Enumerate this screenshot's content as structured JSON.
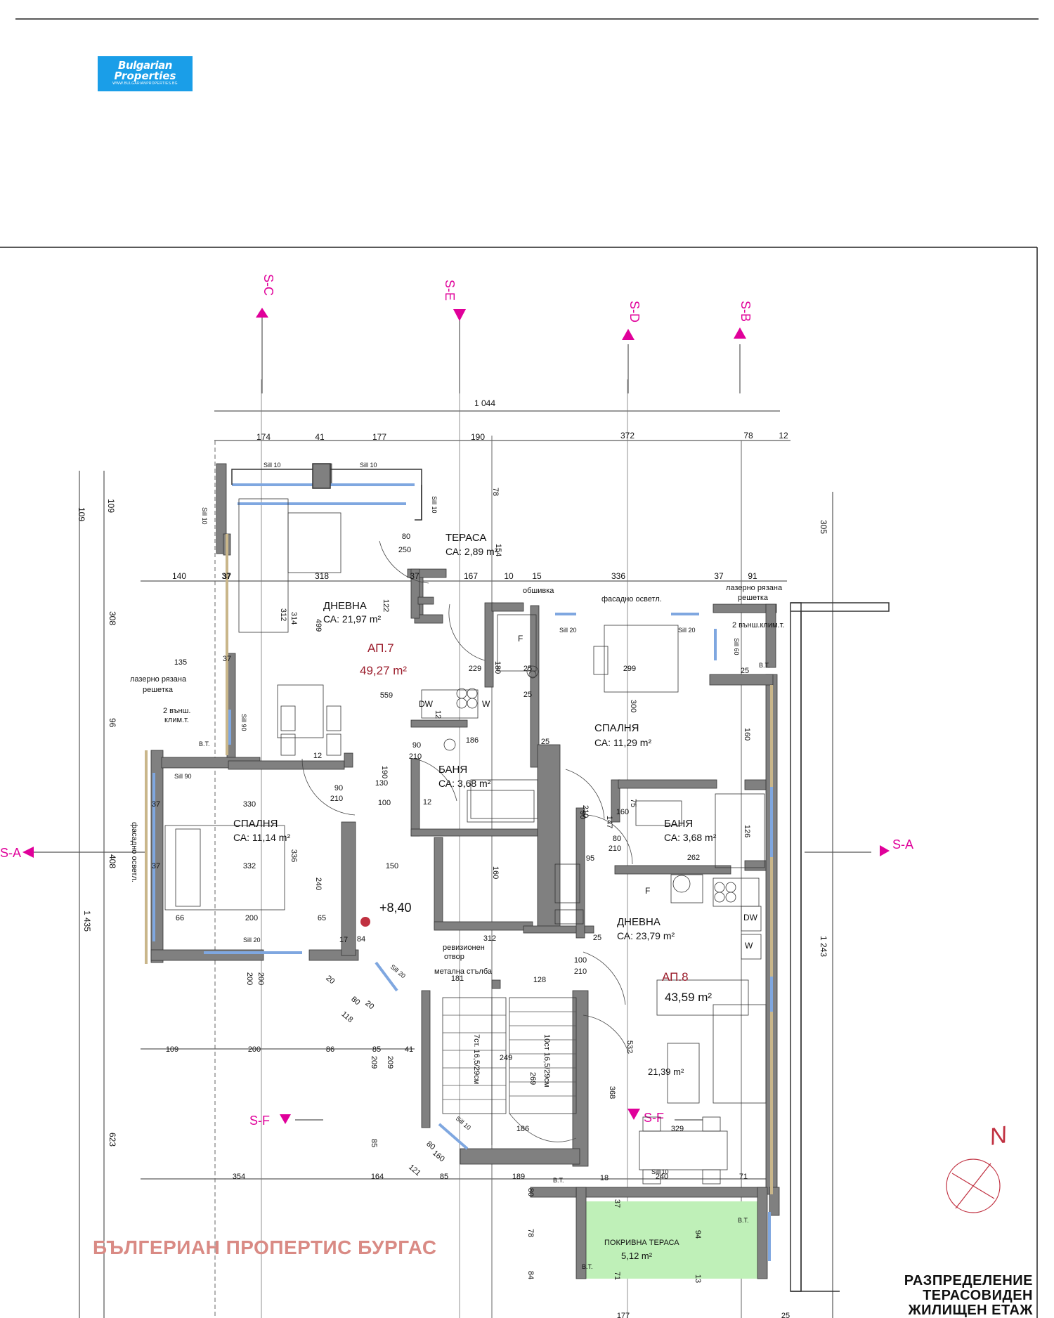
{
  "logo": {
    "line1": "Bulgarian",
    "line2": "Properties",
    "url": "WWW.BULGARIANPROPERTIES.BG",
    "color": "#1a9ee8"
  },
  "watermark": "БЪЛГЕРИАН ПРОПЕРТИС БУРГАС",
  "title": [
    "РАЗПРЕДЕЛЕНИЕ",
    "ТЕРАСОВИДЕН",
    "ЖИЛИЩЕН ЕТАЖ"
  ],
  "north_label": "N",
  "colors": {
    "wall": "#808080",
    "section": "#e0009a",
    "terrace": "#bff0b8",
    "apartment": "#9b1c2b",
    "window": "#7fa7e0"
  },
  "sections": [
    {
      "id": "c",
      "label": "S-C"
    },
    {
      "id": "e",
      "label": "S-E"
    },
    {
      "id": "d",
      "label": "S-D"
    },
    {
      "id": "b",
      "label": "S-B"
    },
    {
      "id": "a_left",
      "label": "S-A"
    },
    {
      "id": "a_right",
      "label": "S-A"
    },
    {
      "id": "f_left",
      "label": "S-F"
    },
    {
      "id": "f_right",
      "label": "S-F"
    }
  ],
  "apartments": [
    {
      "id": "ap7",
      "name": "АП.7",
      "area": "49,27 m²"
    },
    {
      "id": "ap8",
      "name": "АП.8",
      "area": "43,59 m²"
    }
  ],
  "rooms": [
    {
      "id": "tera",
      "name": "ТЕРАСА",
      "area": "СА: 2,89 m²"
    },
    {
      "id": "dnev7",
      "name": "ДНЕВНА",
      "area": "СА: 21,97 m²"
    },
    {
      "id": "banya7",
      "name": "БАНЯ",
      "area": "СА: 3,68 m²"
    },
    {
      "id": "spal7",
      "name": "СПАЛНЯ",
      "area": "СА: 11,14 m²"
    },
    {
      "id": "spal8",
      "name": "СПАЛНЯ",
      "area": "СА: 11,29 m²"
    },
    {
      "id": "banya8",
      "name": "БАНЯ",
      "area": "СА: 3,68 m²"
    },
    {
      "id": "dnev8",
      "name": "ДНЕВНА",
      "area": "СА: 23,79 m²"
    },
    {
      "id": "pokriv",
      "name": "ПОКРИВНА ТЕРАСА",
      "area": "5,12 m²"
    },
    {
      "id": "extra",
      "name": "",
      "area": "21,39 m²"
    }
  ],
  "level": "+8,40",
  "labels": [
    {
      "id": "obs",
      "text": "обшивка"
    },
    {
      "id": "fasadT",
      "text": "фасадно осветл."
    },
    {
      "id": "lazR1",
      "text": "лазерно рязана"
    },
    {
      "id": "lazR2",
      "text": "решетка"
    },
    {
      "id": "lazL1",
      "text": "лазерно рязана"
    },
    {
      "id": "lazL2",
      "text": "решетка"
    },
    {
      "id": "klL1",
      "text": "2 външ."
    },
    {
      "id": "klL2",
      "text": "клим.т."
    },
    {
      "id": "klR",
      "text": "2 външ.клим.т."
    },
    {
      "id": "rev1",
      "text": "ревизионен"
    },
    {
      "id": "rev2",
      "text": "отвор"
    },
    {
      "id": "metal",
      "text": "метална стълба"
    },
    {
      "id": "fasadL",
      "text": "фасадно осветл."
    },
    {
      "id": "st1",
      "text": "7ст. 16,5/29см"
    },
    {
      "id": "st2",
      "text": "10ст 16,5/29см"
    },
    {
      "id": "bt1",
      "text": "В.Т."
    },
    {
      "id": "bt2",
      "text": "В.Т."
    },
    {
      "id": "bt3",
      "text": "В.Т."
    },
    {
      "id": "bt4",
      "text": "В.Т."
    },
    {
      "id": "bt5",
      "text": "В.Т."
    },
    {
      "id": "sill1",
      "text": "Sill 10"
    },
    {
      "id": "sill2",
      "text": "Sill 10"
    },
    {
      "id": "sill3",
      "text": "Sill 10"
    },
    {
      "id": "sill4",
      "text": "Sill 10"
    },
    {
      "id": "sill5",
      "text": "Sill 20"
    },
    {
      "id": "sill6",
      "text": "Sill 20"
    },
    {
      "id": "sill7",
      "text": "Sill 90"
    },
    {
      "id": "sill8",
      "text": "Sill 90"
    },
    {
      "id": "sill9",
      "text": "Sill 20"
    },
    {
      "id": "sill10",
      "text": "Sill 20"
    },
    {
      "id": "sill11",
      "text": "Sill 10"
    },
    {
      "id": "sill12",
      "text": "Sill 60"
    },
    {
      "id": "sill13",
      "text": "Sill 10"
    },
    {
      "id": "dw1",
      "text": "DW"
    },
    {
      "id": "w1",
      "text": "W"
    },
    {
      "id": "dw2",
      "text": "DW"
    },
    {
      "id": "w2",
      "text": "W"
    },
    {
      "id": "f1",
      "text": "F"
    },
    {
      "id": "f2",
      "text": "F"
    }
  ],
  "dims": {
    "top1": "1 044",
    "top2": [
      "174",
      "41",
      "177",
      "190",
      "372",
      "78",
      "12"
    ],
    "mid": [
      "140",
      "37",
      "318",
      "37",
      "167",
      "10",
      "15",
      "336",
      "37",
      "91"
    ],
    "left_outer": [
      "109",
      "308",
      "96",
      "408",
      "1 435",
      "623"
    ],
    "left_inner": [
      "109",
      "305",
      "1 243"
    ],
    "misc": [
      {
        "id": "m1",
        "text": "559"
      },
      {
        "id": "m2",
        "text": "229"
      },
      {
        "id": "m3",
        "text": "299"
      },
      {
        "id": "m4",
        "text": "300"
      },
      {
        "id": "m5",
        "text": "499"
      },
      {
        "id": "m6",
        "text": "312"
      },
      {
        "id": "m7",
        "text": "314"
      },
      {
        "id": "m8",
        "text": "122"
      },
      {
        "id": "m9",
        "text": "135"
      },
      {
        "id": "m10",
        "text": "330"
      },
      {
        "id": "m11",
        "text": "332"
      },
      {
        "id": "m12",
        "text": "200"
      },
      {
        "id": "m13",
        "text": "336"
      },
      {
        "id": "m14",
        "text": "240"
      },
      {
        "id": "m15",
        "text": "150"
      },
      {
        "id": "m16",
        "text": "262"
      },
      {
        "id": "m17",
        "text": "186"
      },
      {
        "id": "m18",
        "text": "190"
      },
      {
        "id": "m19",
        "text": "130"
      },
      {
        "id": "m20",
        "text": "100"
      },
      {
        "id": "m21",
        "text": "312"
      },
      {
        "id": "m22",
        "text": "181"
      },
      {
        "id": "m23",
        "text": "128"
      },
      {
        "id": "m24",
        "text": "249"
      },
      {
        "id": "m25",
        "text": "269"
      },
      {
        "id": "m26",
        "text": "186"
      },
      {
        "id": "m27",
        "text": "329"
      },
      {
        "id": "m28",
        "text": "532"
      },
      {
        "id": "m29",
        "text": "368"
      },
      {
        "id": "m30",
        "text": "354"
      },
      {
        "id": "m31",
        "text": "164"
      },
      {
        "id": "m32",
        "text": "85"
      },
      {
        "id": "m33",
        "text": "189"
      },
      {
        "id": "m34",
        "text": "240"
      },
      {
        "id": "m35",
        "text": "71"
      },
      {
        "id": "m36",
        "text": "109"
      },
      {
        "id": "m37",
        "text": "200"
      },
      {
        "id": "m38",
        "text": "86"
      },
      {
        "id": "m39",
        "text": "85"
      },
      {
        "id": "m40",
        "text": "41"
      },
      {
        "id": "m41",
        "text": "209"
      },
      {
        "id": "m42",
        "text": "209"
      },
      {
        "id": "m43",
        "text": "118"
      },
      {
        "id": "m44",
        "text": "121"
      },
      {
        "id": "m45",
        "text": "85"
      },
      {
        "id": "m46",
        "text": "94"
      },
      {
        "id": "m47",
        "text": "78"
      },
      {
        "id": "m48",
        "text": "84"
      },
      {
        "id": "m49",
        "text": "80"
      },
      {
        "id": "m50",
        "text": "160"
      },
      {
        "id": "m51",
        "text": "147"
      },
      {
        "id": "m52",
        "text": "126"
      },
      {
        "id": "m53",
        "text": "95"
      },
      {
        "id": "m54",
        "text": "160"
      },
      {
        "id": "m55",
        "text": "180"
      },
      {
        "id": "m56",
        "text": "25"
      },
      {
        "id": "m57",
        "text": "25"
      },
      {
        "id": "m58",
        "text": "25"
      },
      {
        "id": "m59",
        "text": "25"
      },
      {
        "id": "m60",
        "text": "25"
      },
      {
        "id": "m61",
        "text": "66"
      },
      {
        "id": "m62",
        "text": "65"
      },
      {
        "id": "m63",
        "text": "84"
      },
      {
        "id": "m64",
        "text": "37"
      },
      {
        "id": "m65",
        "text": "37"
      },
      {
        "id": "m66",
        "text": "37"
      },
      {
        "id": "m67",
        "text": "37"
      },
      {
        "id": "m68",
        "text": "12"
      },
      {
        "id": "m69",
        "text": "12"
      },
      {
        "id": "m70",
        "text": "12"
      },
      {
        "id": "m71",
        "text": "80"
      },
      {
        "id": "m72",
        "text": "250"
      },
      {
        "id": "m73",
        "text": "90"
      },
      {
        "id": "m74",
        "text": "210"
      },
      {
        "id": "m75",
        "text": "90"
      },
      {
        "id": "m76",
        "text": "210"
      },
      {
        "id": "m77",
        "text": "100"
      },
      {
        "id": "m78",
        "text": "210"
      },
      {
        "id": "m79",
        "text": "80"
      },
      {
        "id": "m80",
        "text": "210"
      },
      {
        "id": "m81",
        "text": "90"
      },
      {
        "id": "m82",
        "text": "210"
      },
      {
        "id": "m83",
        "text": "75"
      },
      {
        "id": "m84",
        "text": "160"
      },
      {
        "id": "m85",
        "text": "200"
      },
      {
        "id": "m86",
        "text": "200"
      },
      {
        "id": "m87",
        "text": "20"
      },
      {
        "id": "m88",
        "text": "80"
      },
      {
        "id": "m89",
        "text": "20"
      },
      {
        "id": "m90",
        "text": "80"
      },
      {
        "id": "m91",
        "text": "160"
      },
      {
        "id": "m92",
        "text": "177"
      },
      {
        "id": "m93",
        "text": "25"
      },
      {
        "id": "m94",
        "text": "13"
      },
      {
        "id": "m95",
        "text": "71"
      },
      {
        "id": "m96",
        "text": "37"
      },
      {
        "id": "m97",
        "text": "18"
      },
      {
        "id": "m98",
        "text": "17"
      },
      {
        "id": "m99",
        "text": "78"
      },
      {
        "id": "m100",
        "text": "154"
      }
    ]
  }
}
